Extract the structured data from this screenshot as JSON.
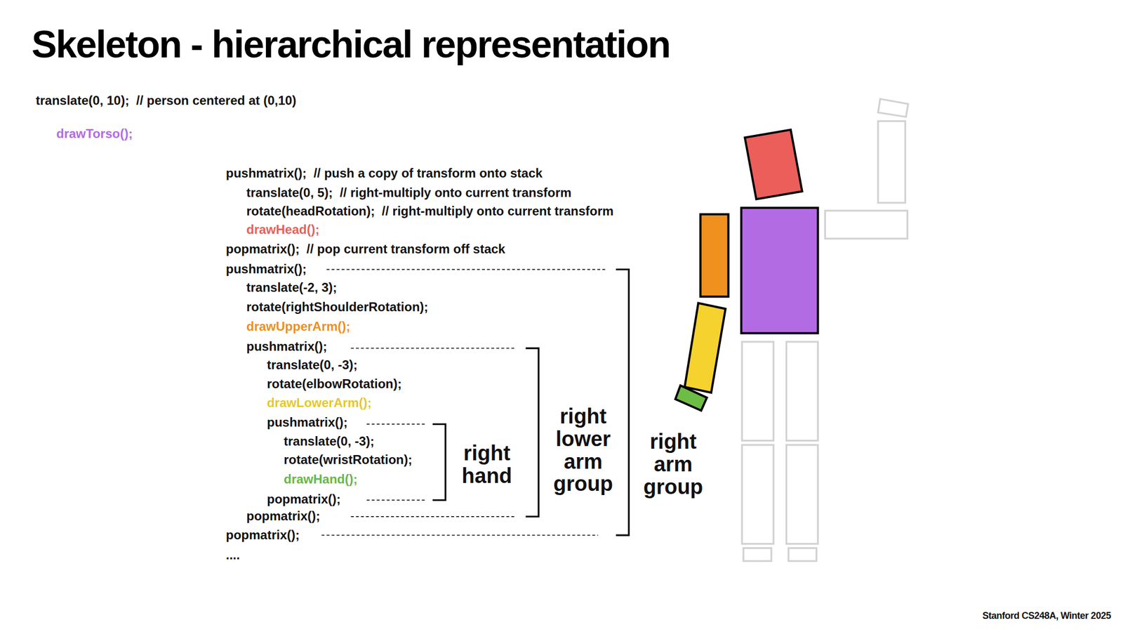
{
  "diagram": {
    "title": "Skeleton - hierarchical representation",
    "labels": [
      "translate(0, 10);  // person centered at (0,10)",
      "drawTorso();",
      "pushmatrix();  // push a copy of transform onto stack",
      "translate(0, 5);  // right-multiply onto current transform",
      "rotate(headRotation);  // right-multiply onto current transform",
      "drawHead();",
      "popmatrix();  // pop current transform off stack",
      "pushmatrix();",
      "translate(-2, 3);",
      "rotate(rightShoulderRotation);",
      "drawUpperArm();",
      "pushmatrix();",
      "translate(0, -3);",
      "rotate(elbowRotation);",
      "drawLowerArm();",
      "pushmatrix();",
      "translate(0, -3);",
      "rotate(wristRotation);",
      "drawHand();",
      "popmatrix();",
      "popmatrix();",
      "popmatrix();",
      "....",
      "right hand",
      "right lower arm group",
      "right arm group",
      "Stanford CS248A, Winter 2025"
    ]
  }
}
